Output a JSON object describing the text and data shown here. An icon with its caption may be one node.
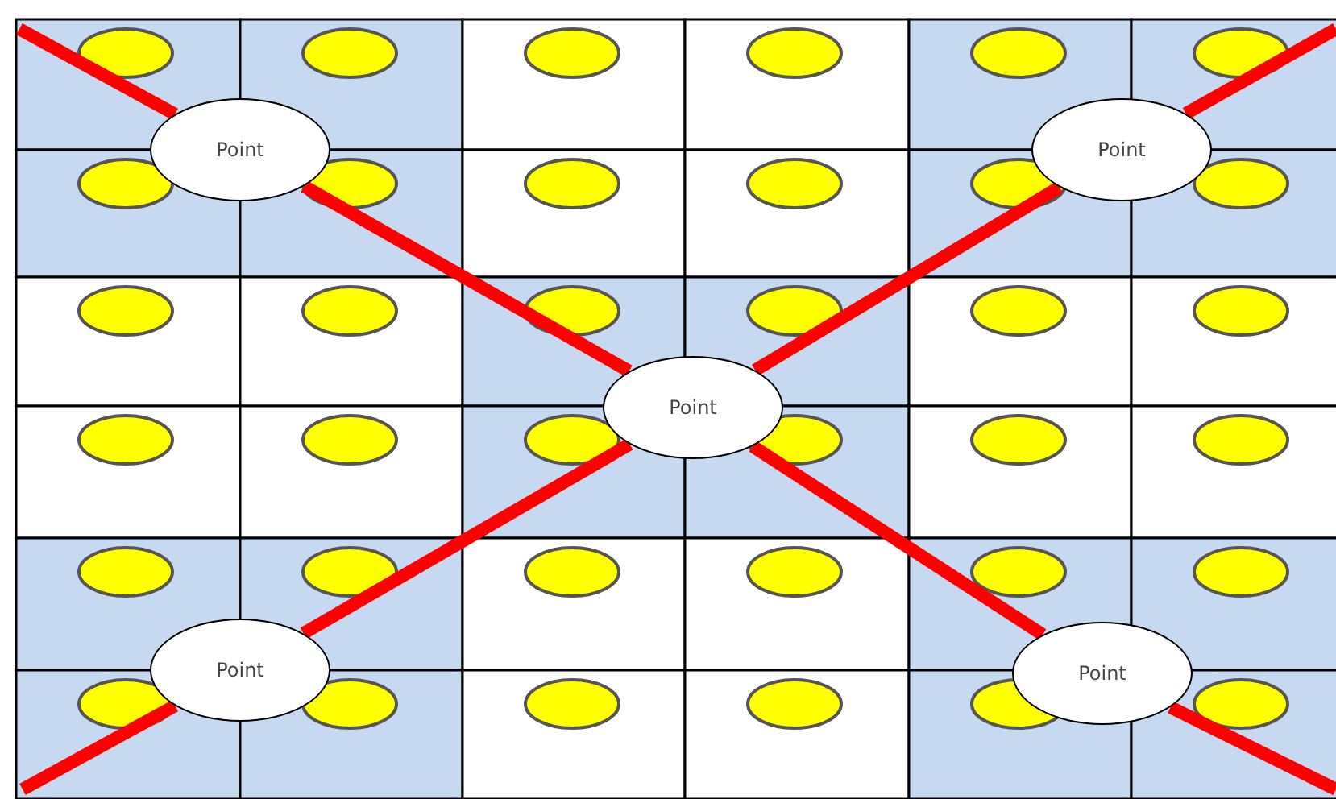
{
  "diagram": {
    "nodes": [
      {
        "text": [
          "Point"
        ]
      },
      {
        "text": [
          "Point"
        ]
      },
      {
        "text": [
          "Point"
        ]
      },
      {
        "text": [
          "Point"
        ]
      },
      {
        "text": [
          "Point"
        ]
      }
    ],
    "edges": [
      {
        "from": null,
        "to": 0,
        "arrow": "none",
        "color": "#ff0000"
      },
      {
        "from": 0,
        "to": 2,
        "arrow": "none",
        "color": "#ff0000"
      },
      {
        "from": 2,
        "to": 4,
        "arrow": "none",
        "color": "#ff0000"
      },
      {
        "from": 4,
        "to": null,
        "arrow": "none",
        "color": "#ff0000"
      },
      {
        "from": null,
        "to": 1,
        "arrow": "none",
        "color": "#ff0000"
      },
      {
        "from": 1,
        "to": 2,
        "arrow": "none",
        "color": "#ff0000"
      },
      {
        "from": 2,
        "to": 3,
        "arrow": "none",
        "color": "#ff0000"
      },
      {
        "from": 3,
        "to": null,
        "arrow": "none",
        "color": "#ff0000"
      }
    ]
  }
}
